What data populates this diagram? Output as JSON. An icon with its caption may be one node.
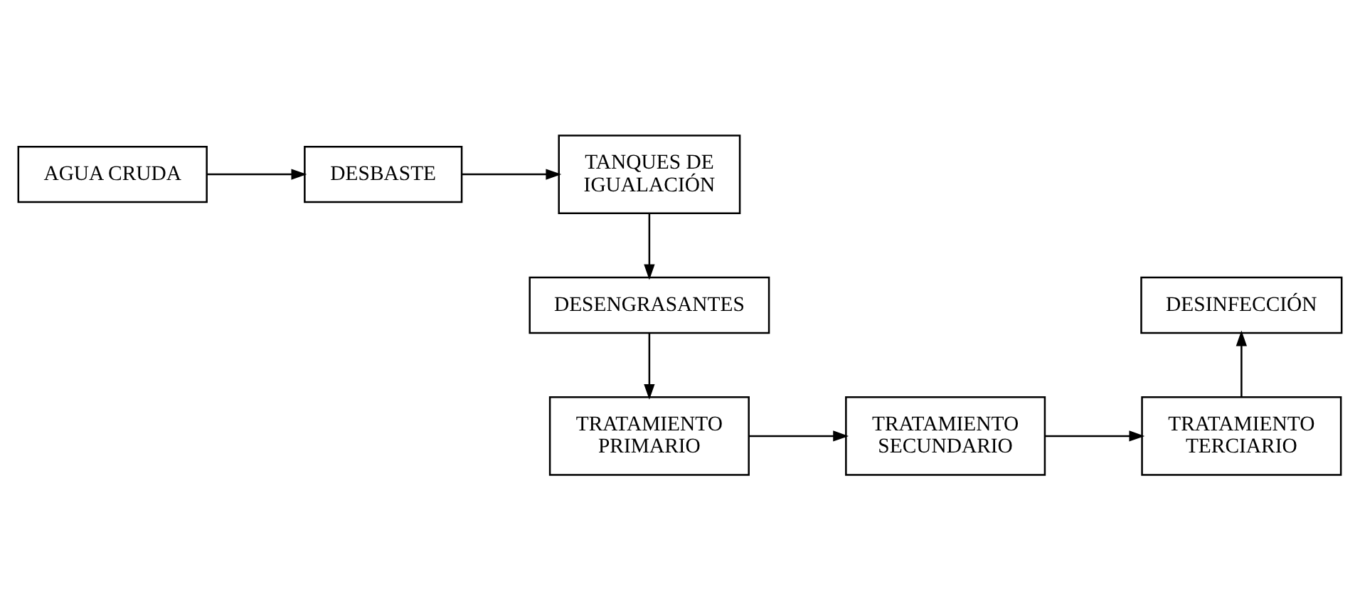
{
  "diagram": {
    "nodes": [
      {
        "text": [
          "AGUA CRUDA"
        ]
      },
      {
        "text": [
          "DESBASTE"
        ]
      },
      {
        "text": [
          "TANQUES DE IGUALACIÓN"
        ]
      },
      {
        "text": [
          "DESENGRASANTES"
        ]
      },
      {
        "text": [
          "TRATAMIENTO PRIMARIO"
        ]
      },
      {
        "text": [
          "TRATAMIENTO SECUNDARIO"
        ]
      },
      {
        "text": [
          "TRATAMIENTO TERCIARIO"
        ]
      },
      {
        "text": [
          "DESINFECCIÓN"
        ]
      }
    ],
    "edges": [
      {
        "from": 0,
        "to": 1,
        "arrow": "to"
      },
      {
        "from": 1,
        "to": 2,
        "arrow": "to"
      },
      {
        "from": 2,
        "to": 3,
        "arrow": "to"
      },
      {
        "from": 3,
        "to": 4,
        "arrow": "to"
      },
      {
        "from": 4,
        "to": 5,
        "arrow": "to"
      },
      {
        "from": 5,
        "to": 6,
        "arrow": "to"
      },
      {
        "from": 6,
        "to": 7,
        "arrow": "to"
      }
    ]
  }
}
